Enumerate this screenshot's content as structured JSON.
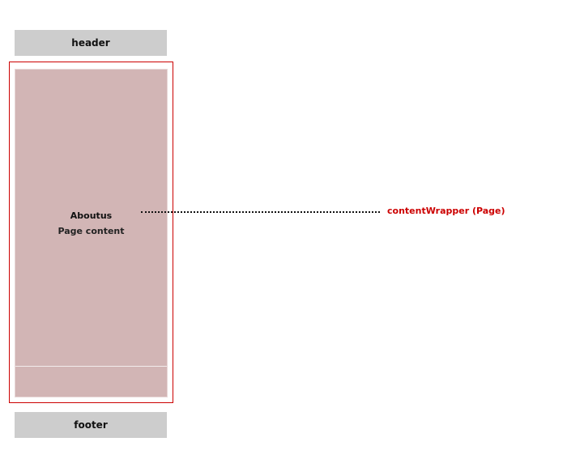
{
  "header": {
    "label": "header"
  },
  "footer": {
    "label": "footer"
  },
  "page": {
    "title": "Aboutus",
    "content": "Page content"
  },
  "callout": {
    "label": "contentWrapper (Page)"
  },
  "colors": {
    "bar_fill": "#cdcdcd",
    "page_fill": "#d2b5b5",
    "wrapper_border": "#cc0000",
    "callout_text": "#cc0000"
  }
}
